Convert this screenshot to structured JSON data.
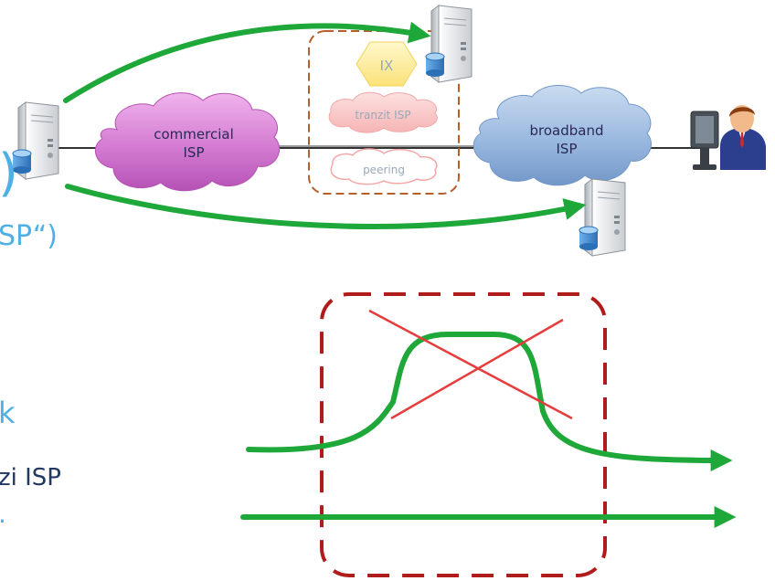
{
  "nodes": {
    "commercial_isp": {
      "line1": "commercial",
      "line2": "ISP"
    },
    "broadband_isp": {
      "line1": "broadband",
      "line2": "ISP"
    },
    "ix": "IX",
    "tranzit_isp": "tranzit ISP",
    "peering": "peering"
  },
  "left_text_fragments": {
    "paren": ")",
    "isp_quote": "SP“)",
    "k": "k",
    "tranzi_isp": "zi ISP",
    "dot": "."
  },
  "colors": {
    "commercial_cloud": "#c860c8",
    "broadband_cloud": "#7ea6d4",
    "pink_cloud": "#f4a7a7",
    "ix_hexagon": "#fff1a8",
    "green_path": "#1fa83a",
    "dashed_orange": "#b5602a",
    "dashed_red": "#b01c1c",
    "red_cross": "#e53c3c",
    "blue_text": "#4fb0e6",
    "dark_text": "#1f3864"
  }
}
